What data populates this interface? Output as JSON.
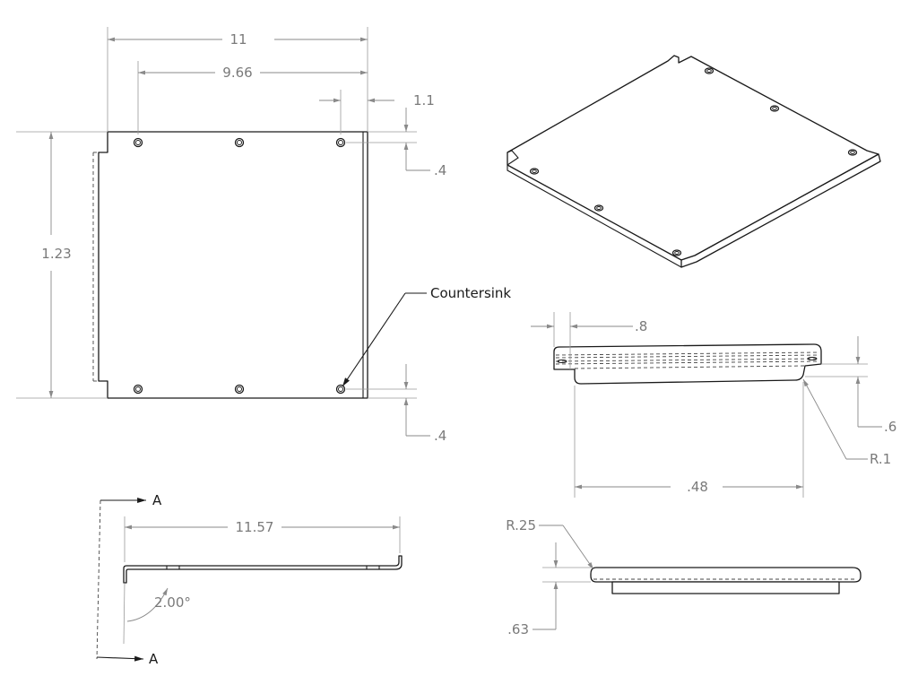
{
  "dimensions": {
    "overall_width": "11",
    "hole_span": "9.66",
    "hole_offset_x": "1.1",
    "hole_offset_top": ".4",
    "hole_offset_bottom": ".4",
    "height": "1.23",
    "flange_length": "11.57",
    "bend_angle": "2.00°",
    "side_inset": ".8",
    "side_height": ".6",
    "side_width": ".48",
    "bend_radius_side": "R.1",
    "bend_radius_front": "R.25",
    "front_thickness": ".63"
  },
  "callouts": {
    "countersink": "Countersink"
  },
  "section": {
    "label_top": "A",
    "label_bottom": "A"
  }
}
